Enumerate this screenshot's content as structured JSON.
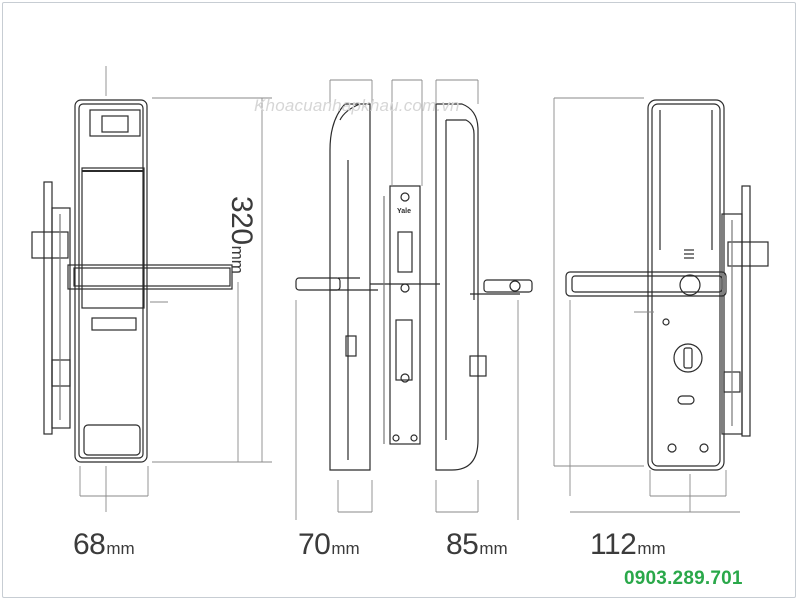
{
  "watermark": "Khoacuanhapkhau.com.vn",
  "height_dimension": {
    "value": "320",
    "unit": "mm"
  },
  "widths": [
    {
      "value": "68",
      "unit": "mm"
    },
    {
      "value": "70",
      "unit": "mm"
    },
    {
      "value": "85",
      "unit": "mm"
    },
    {
      "value": "112",
      "unit": "mm"
    }
  ],
  "strike_plate_brand": "Yale",
  "phone": "0903.289.701",
  "colors": {
    "line": "#2b2b2b",
    "dim_line": "#8a8a8a",
    "phone": "#2aa84a",
    "watermark": "#d6d6d6"
  }
}
